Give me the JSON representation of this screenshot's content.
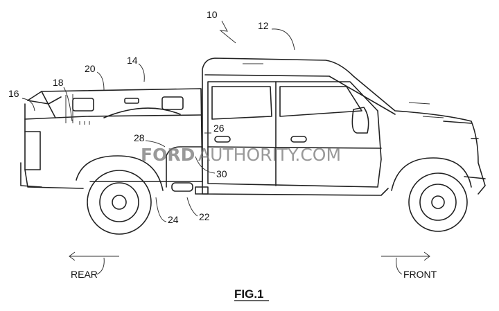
{
  "figure": {
    "title": "FIG.1",
    "directions": {
      "rear": "REAR",
      "front": "FRONT"
    },
    "reference_numerals": [
      "10",
      "12",
      "14",
      "16",
      "18",
      "20",
      "22",
      "24",
      "26",
      "28",
      "30"
    ]
  },
  "watermark": {
    "brand": "FORD",
    "suffix": "AUTHORITY.COM"
  }
}
